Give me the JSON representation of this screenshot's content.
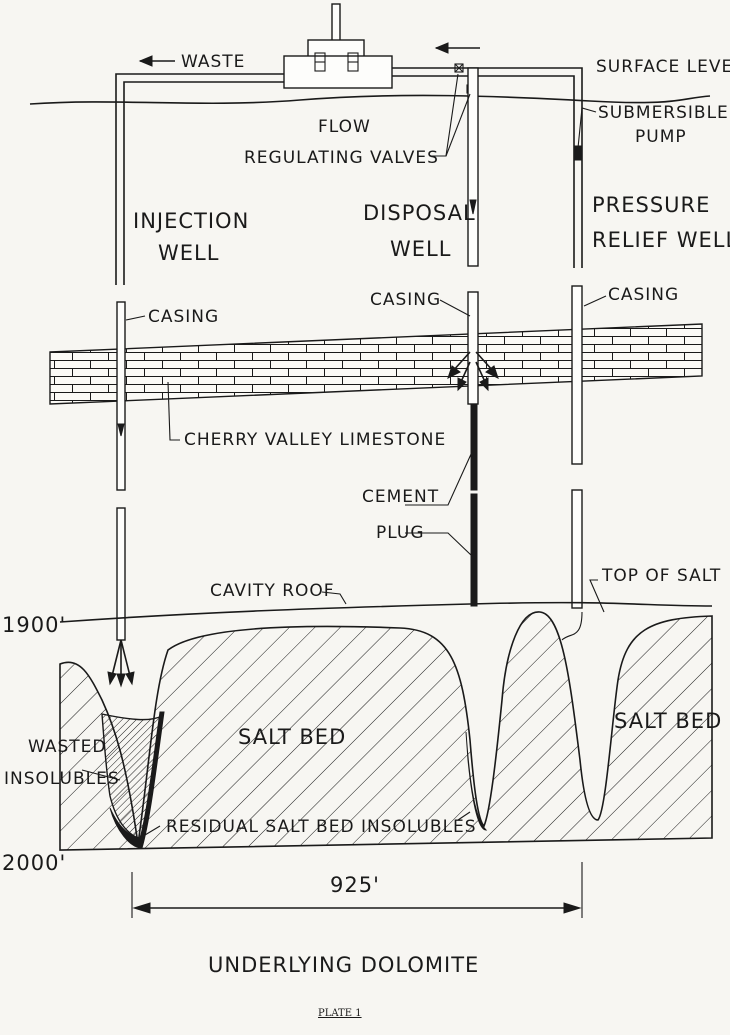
{
  "labels": {
    "waste": "WASTE",
    "surface_level": "SURFACE LEVEL",
    "flow_line1": "FLOW",
    "flow_line2": "REGULATING VALVES",
    "submersible_line1": "SUBMERSIBLE",
    "submersible_line2": "PUMP",
    "injection_line1": "INJECTION",
    "injection_line2": "WELL",
    "disposal_line1": "DISPOSAL",
    "disposal_line2": "WELL",
    "pressure_line1": "PRESSURE",
    "pressure_line2": "RELIEF WELL",
    "casing_left": "CASING",
    "casing_mid": "CASING",
    "casing_right": "CASING",
    "limestone": "CHERRY VALLEY LIMESTONE",
    "cement_line1": "CEMENT",
    "cement_line2": "PLUG",
    "cavity_roof": "CAVITY ROOF",
    "top_of_salt": "TOP OF SALT",
    "depth_1900": "1900'",
    "depth_2000": "2000'",
    "salt_bed_center": "SALT   BED",
    "salt_bed_right": "SALT BED",
    "wasted_line1": "WASTED",
    "wasted_line2": "INSOLUBLES",
    "residual": "RESIDUAL SALT BED INSOLUBLES",
    "distance": "925'",
    "underlying": "UNDERLYING   DOLOMITE",
    "plate": "PLATE 1"
  }
}
